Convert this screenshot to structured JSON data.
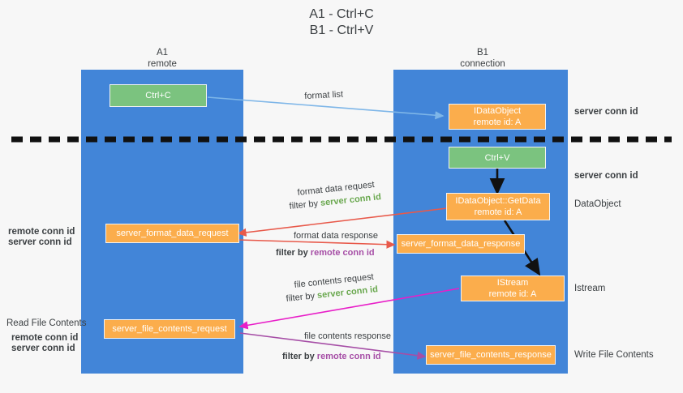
{
  "title": {
    "line1": "A1 - Ctrl+C",
    "line2": "B1 - Ctrl+V"
  },
  "colors": {
    "lane": "#4285d8",
    "node_orange": "#fbad4c",
    "node_green": "#7bc37f",
    "server_conn_id": "#6aa84f",
    "remote_conn_id": "#a64ea6",
    "arrow_blue": "#7eb6e8",
    "arrow_red": "#e8594a",
    "arrow_magenta": "#e81ec8",
    "arrow_purple": "#a64ea6",
    "arrow_black": "#111111",
    "background": "#f7f7f7"
  },
  "lanes": [
    {
      "id": "a1",
      "title": "A1",
      "subtitle": "remote"
    },
    {
      "id": "b1",
      "title": "B1",
      "subtitle": "connection"
    }
  ],
  "nodes": [
    {
      "id": "ctrl-c",
      "kind": "green",
      "line1": "Ctrl+C",
      "line2": ""
    },
    {
      "id": "idataobject",
      "kind": "orange",
      "line1": "IDataObject",
      "line2": "remote id: A"
    },
    {
      "id": "ctrl-v",
      "kind": "green",
      "line1": "Ctrl+V",
      "line2": ""
    },
    {
      "id": "getdata",
      "kind": "orange",
      "line1": "IDataObject::GetData",
      "line2": "remote id: A"
    },
    {
      "id": "server-format-data-request",
      "kind": "orange",
      "line1": "server_format_data_request",
      "line2": ""
    },
    {
      "id": "server-format-data-response",
      "kind": "orange",
      "line1": "server_format_data_response",
      "line2": ""
    },
    {
      "id": "istream",
      "kind": "orange",
      "line1": "IStream",
      "line2": "remote id: A"
    },
    {
      "id": "server-file-contents-request",
      "kind": "orange",
      "line1": "server_file_contents_request",
      "line2": ""
    },
    {
      "id": "server-file-contents-response",
      "kind": "orange",
      "line1": "server_file_contents_response",
      "line2": ""
    }
  ],
  "edge_labels": {
    "format_list": "format list",
    "format_data_request": "format data request",
    "format_data_response": "format data response",
    "file_contents_request": "file contents request",
    "file_contents_response": "file contents response",
    "filter_by": "filter by",
    "server_conn_id": "server conn id",
    "remote_conn_id": "remote conn id"
  },
  "right_labels": [
    {
      "id": "server-conn-id-top",
      "text": "server conn id",
      "style": "green"
    },
    {
      "id": "server-conn-id-mid",
      "text": "server conn id",
      "style": "green"
    },
    {
      "id": "dataobject",
      "text": "DataObject",
      "style": "dark"
    },
    {
      "id": "istream-label",
      "text": "Istream",
      "style": "dark"
    },
    {
      "id": "write-file-contents",
      "text": "Write File Contents",
      "style": "dark"
    }
  ],
  "left_labels": [
    {
      "id": "remote-conn-id-upper",
      "text": "remote conn id",
      "style": "purple"
    },
    {
      "id": "server-conn-id-upper",
      "text": "server conn id",
      "style": "green"
    },
    {
      "id": "read-file-contents",
      "text": "Read File Contents",
      "style": "dark"
    },
    {
      "id": "remote-conn-id-lower",
      "text": "remote conn id",
      "style": "purple"
    },
    {
      "id": "server-conn-id-lower",
      "text": "server conn id",
      "style": "green"
    }
  ]
}
